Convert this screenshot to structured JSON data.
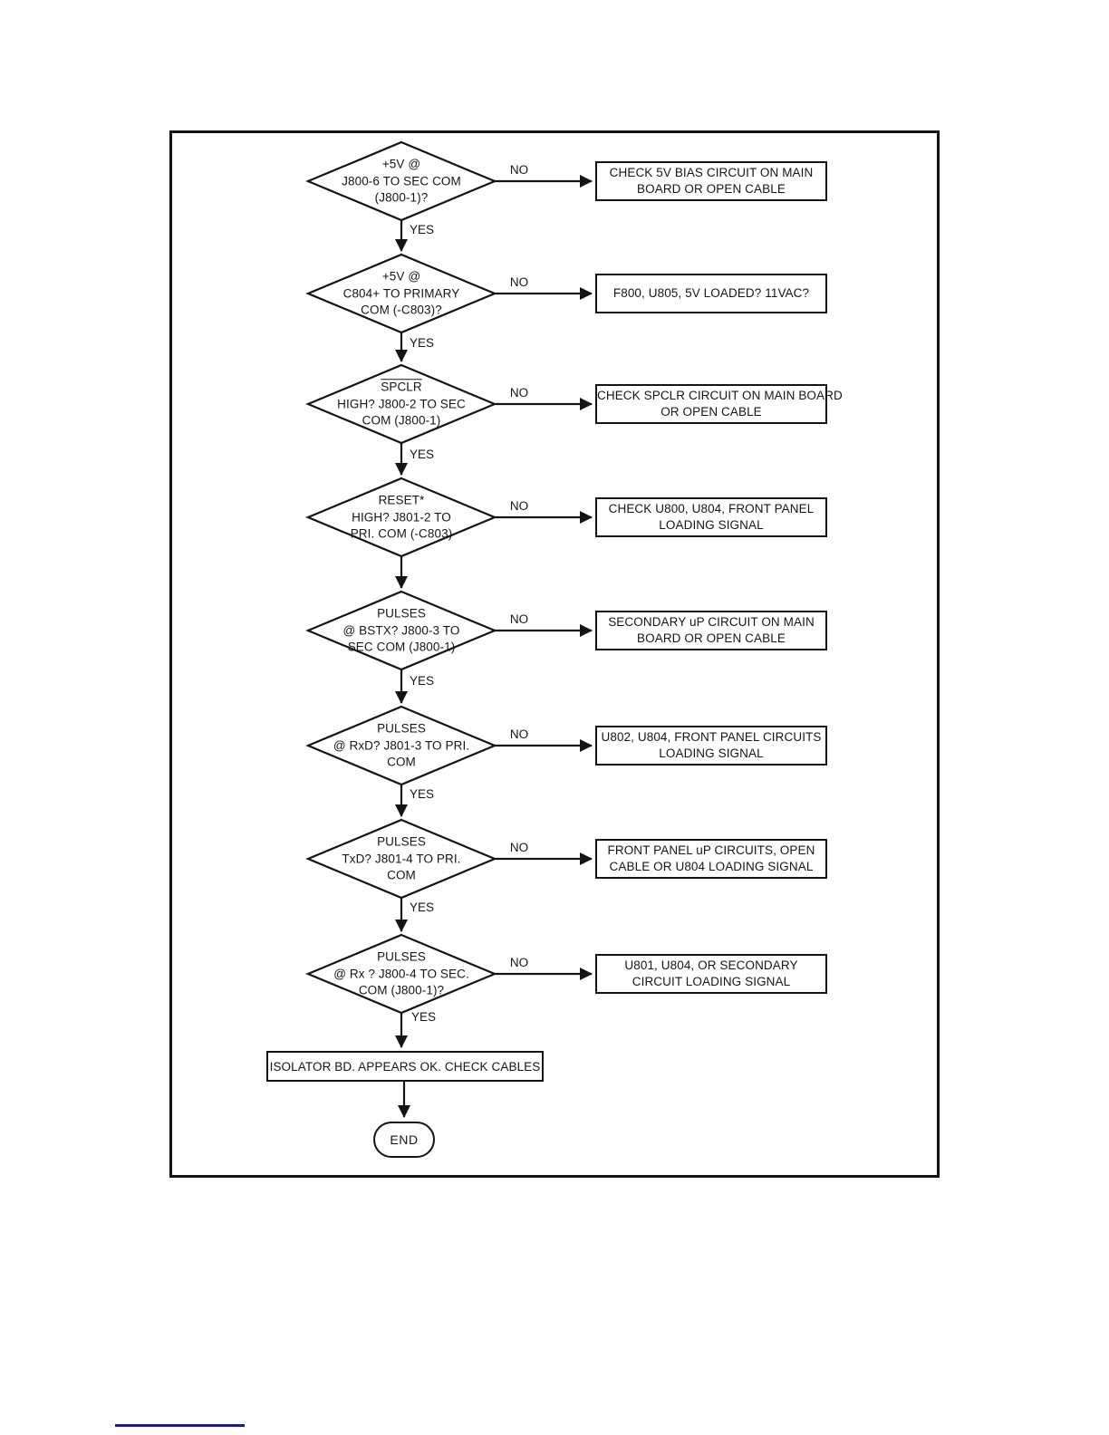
{
  "colors": {
    "ink": "#141414",
    "underline_rule": "#1b1b90"
  },
  "decisions": [
    {
      "lines": [
        "+5V @",
        "J800-6 TO SEC COM",
        "(J800-1)?"
      ],
      "no": "NO",
      "yes": "YES",
      "action_lines": [
        "CHECK 5V BIAS CIRCUIT ON MAIN",
        "BOARD OR OPEN CABLE"
      ]
    },
    {
      "lines": [
        "+5V @",
        "C804+ TO PRIMARY",
        "COM (-C803)?"
      ],
      "no": "NO",
      "yes": "YES",
      "action_lines": [
        "F800, U805, 5V LOADED? 11VAC?"
      ]
    },
    {
      "lines": [
        "SPCLR",
        "HIGH? J800-2 TO SEC",
        "COM (J800-1)"
      ],
      "no": "NO",
      "yes": "YES",
      "action_lines": [
        "CHECK SPCLR CIRCUIT ON MAIN BOARD",
        "OR OPEN CABLE"
      ]
    },
    {
      "lines": [
        "RESET*",
        "HIGH? J801-2 TO",
        "PRI. COM (-C803)"
      ],
      "no": "NO",
      "yes": "",
      "action_lines": [
        "CHECK U800, U804, FRONT PANEL",
        "LOADING SIGNAL"
      ]
    },
    {
      "lines": [
        "PULSES",
        "@ BSTX? J800-3 TO",
        "SEC COM (J800-1)"
      ],
      "no": "NO",
      "yes": "YES",
      "action_lines": [
        "SECONDARY uP CIRCUIT ON MAIN",
        "BOARD OR OPEN CABLE"
      ]
    },
    {
      "lines": [
        "PULSES",
        "@ RxD? J801-3 TO PRI.",
        "COM"
      ],
      "no": "NO",
      "yes": "YES",
      "action_lines": [
        "U802, U804, FRONT PANEL CIRCUITS",
        "LOADING SIGNAL"
      ]
    },
    {
      "lines": [
        "PULSES",
        "TxD? J801-4 TO PRI.",
        "COM"
      ],
      "no": "NO",
      "yes": "YES",
      "action_lines": [
        "FRONT PANEL uP CIRCUITS, OPEN",
        "CABLE OR U804 LOADING SIGNAL"
      ]
    },
    {
      "lines": [
        "PULSES",
        "@ Rx ? J800-4 TO SEC.",
        "COM (J800-1)?"
      ],
      "no": "NO",
      "yes": "YES",
      "action_lines": [
        "U801, U804, OR SECONDARY",
        "CIRCUIT LOADING SIGNAL"
      ]
    }
  ],
  "terminal": {
    "label": "ISOLATOR BD. APPEARS OK. CHECK CABLES"
  },
  "end": {
    "label": "END"
  }
}
